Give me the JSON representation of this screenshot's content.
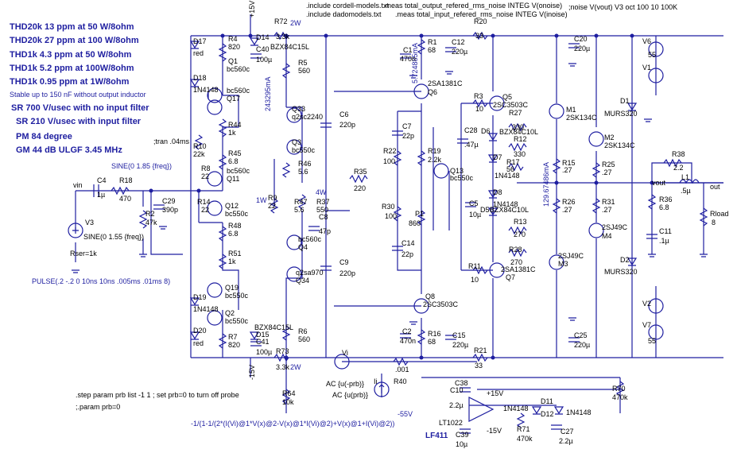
{
  "specs": {
    "l1": "THD20k 13 ppm at 50 W/8ohm",
    "l2": "THD20k 27 ppm at 100 W/8ohm",
    "l3": "THD1k 4.3 ppm at 50 W/8ohm",
    "l4": "THD1k 5.2 ppm at 100W/8ohm",
    "l5": "THD1k 0.95 ppm at 1W/8ohm",
    "l6": "Stable up to 150 nF without output inductor",
    "l7": "SR 700 V/usec with no input filter",
    "l8": "SR 210 V/usec with input filter",
    "l9": "PM  84 degree",
    "l10": "GM  44 dB   ULGF 3.45 MHz"
  },
  "directives": {
    "inc1": ".include cordell-models.txt",
    "inc2": ".include dadomodels.txt",
    "meas1": ".meas total_output_refered_rms_noise INTEG V(onoise)",
    "meas2": ".meas total_input_refered_rms_noise INTEG V(inoise)",
    "noise": ";noise V(vout) V3 oct 100 10 100K",
    "tran": ";tran .04ms",
    "step": ".step param prb list -1 1 ; set prb=0 to turn off probe",
    "param": ";.param prb=0",
    "sine1": "SINE(0 1.85 {freq})",
    "sine2": "SINE(0 1.55 {freq})",
    "pulse": "PULSE(.2 -.2 0 10ns 10ns .005ms .01ms 8)",
    "rser": "Rser=1k",
    "formula": "-1/(1-1/(2*(I(Vi)@1*V(x)@2-V(x)@1*I(Vi)@2)+V(x)@1+I(Vi)@2))",
    "ac1": "AC {u(-prb)}",
    "ac2": "AC {u(prb)}"
  },
  "labels": {
    "vp15": "+15V",
    "vm15": "-15V",
    "vm55": "-55V",
    "p15a": "+15V",
    "m15a": "-15V",
    "w2": "2W",
    "w2b": "2W",
    "w1": "1W",
    "w4": "4W",
    "i1": "243295mA",
    "i2": "5.724885mA",
    "i3": "129.67486mA",
    "vin": "vin",
    "vout": "vout",
    "out": "out",
    "vi": "Vi",
    "ii": "Ii",
    "lf411": "LF411",
    "lt1022": "LT1022"
  },
  "parts": {
    "D17": "D17",
    "red1": "red",
    "D18": "D18",
    "d18v": "1N4148",
    "R4": "R4",
    "R4v": "820",
    "Q1": "Q1",
    "Q1v": "bc560c",
    "Q17": "Q17",
    "Q17v": "bc560c",
    "R44": "R44",
    "R44v": "1k",
    "R10": "R10",
    "R10v": "22k",
    "R45": "R45",
    "R45v": "6.8",
    "R8": "R8",
    "R8v": "22",
    "Q11": "Q11",
    "Q11v": "bc560c",
    "R14": "R14",
    "R14v": "22",
    "Q12": "Q12",
    "Q12v": "bc550c",
    "R48": "R48",
    "R48v": "6.8",
    "R51": "R51",
    "R51v": "1k",
    "Q19": "Q19",
    "Q19v": "bc550c",
    "D19": "D19",
    "d19v": "1N4148",
    "Q2": "Q2",
    "Q2v": "bc550c",
    "R7": "R7",
    "R7v": "820",
    "D20": "D20",
    "red2": "red",
    "C4": "C4",
    "C4v": "1µ",
    "R18": "R18",
    "R18v": "470",
    "R2": "R2",
    "R2v": "47k",
    "C29": "C29",
    "C29v": "390p",
    "V3": "V3",
    "R72": "R72",
    "R72v": "3.3k",
    "D14": "D14",
    "D14v": "BZX84C15L",
    "C40": "C40",
    "C40v": "100µ",
    "R5": "R5",
    "R5v": "560",
    "Q33": "Q33",
    "Q33v": "q2sc2240",
    "Q3": "Q3",
    "Q3v": "bc550c",
    "R46": "R46",
    "R46v": "5.6",
    "R9": "R9",
    "R9v": "22",
    "R47": "R47",
    "R47v": "5.6",
    "R37": "R37",
    "R37v": "550",
    "C8": "C8",
    "C8v": "47p",
    "Q4": "Q4",
    "Q4v": "bc560c",
    "Q34": "Q34",
    "Q34v": "q2sa970",
    "D15": "D15",
    "D15v": "BZX84C15L",
    "C41": "C41",
    "C41v": "100µ",
    "R6": "R6",
    "R6v": "560",
    "R73": "R73",
    "R73v": "3.3k",
    "C6": "C6",
    "C6v": "220p",
    "R35": "R35",
    "R35v": "220",
    "C9": "C9",
    "C9v": "220p",
    "C1": "C1",
    "C1v": "470n",
    "R1": "R1",
    "R1v": "68",
    "C12": "C12",
    "C12v": "220µ",
    "R20": "R20",
    "R20v": "33",
    "Q6": "Q6",
    "Q6v": "2SA1381C",
    "C7": "C7",
    "C7v": "22p",
    "R22": "R22",
    "R22v": "100",
    "R19": "R19",
    "R19v": "2.2k",
    "Q13": "Q13",
    "Q13v": "bc550c",
    "C28": "C28",
    "C28v": ".47µ",
    "C5": "C5",
    "C5v": "10µ",
    "R30": "R30",
    "R30v": "100",
    "P1": "P1",
    "P1v": "860",
    "C14": "C14",
    "C14v": "22p",
    "Q8": "Q8",
    "Q8v": "2SC3503C",
    "C2": "C2",
    "C2v": "470n",
    "R16": "R16",
    "R16v": "68",
    "C15": "C15",
    "C15v": "220µ",
    "R21": "R21",
    "R21v": "33",
    "R3": "R3",
    "R3v": "10",
    "Q5": "Q5",
    "Q5v": "2SC3503C",
    "R27": "R27",
    "R27v": "330",
    "D6": "D6",
    "D6v": "BZX84C10L",
    "R12": "R12",
    "R12v": "330",
    "D7": "D7",
    "D7v": "1N4148",
    "R17": "R17",
    "R17v": "56",
    "D8": "D8",
    "D8v": "1N4148",
    "D5": "D5",
    "D5v": "BZX84C10L",
    "R13": "R13",
    "R13v": "270",
    "R28": "R28",
    "R28v": "270",
    "Q7": "Q7",
    "Q7v": "2SA1381C",
    "R11": "R11",
    "R11v": "10",
    "M1": "M1",
    "M1v": "2SK134C",
    "M2": "M2",
    "M2v": "2SK134C",
    "R15": "R15",
    "R15v": ".27",
    "R25": "R25",
    "R25v": ".27",
    "R26": "R26",
    "R26v": ".27",
    "R31": "R31",
    "R31v": ".27",
    "M4": "M4",
    "M4v": "2SJ49C",
    "M3": "M3",
    "M3v": "2SJ49C",
    "C20": "C20",
    "C20v": "220µ",
    "C25": "C25",
    "C25v": "220µ",
    "D1": "D1",
    "D1v": "MURS320",
    "D2": "D2",
    "D2v": "MURS320",
    "V6": "V6",
    "V6v": "55",
    "V1": "V1",
    "V2": "V2",
    "V7": "V7",
    "V7v": "55",
    "R38": "R38",
    "R38v": "2.2",
    "L1": "L1",
    "L1v": ".5µ",
    "R36": "R36",
    "R36v": "6.8",
    "C11": "C11",
    "C11v": ".1µ",
    "Rload": "Rload",
    "Rloadv": "8",
    "R40": "R40",
    "R40v": ".001",
    "R64": "R64",
    "R64v": "10k",
    "C38": "C38",
    "C38v": "2.2µ",
    "C10": "C10",
    "D11": "D11",
    "D11v": "1N4148",
    "D12": "D12",
    "D12v": "1N4148",
    "R70": "R70",
    "R70v": "470k",
    "R71": "R71",
    "R71v": "470k",
    "C39": "C39",
    "C39v": "10µ",
    "C27": "C27",
    "C27v": "2.2µ"
  },
  "colors": {
    "wire": "#1e1ea0",
    "text": "#000000",
    "background": "#ffffff"
  }
}
